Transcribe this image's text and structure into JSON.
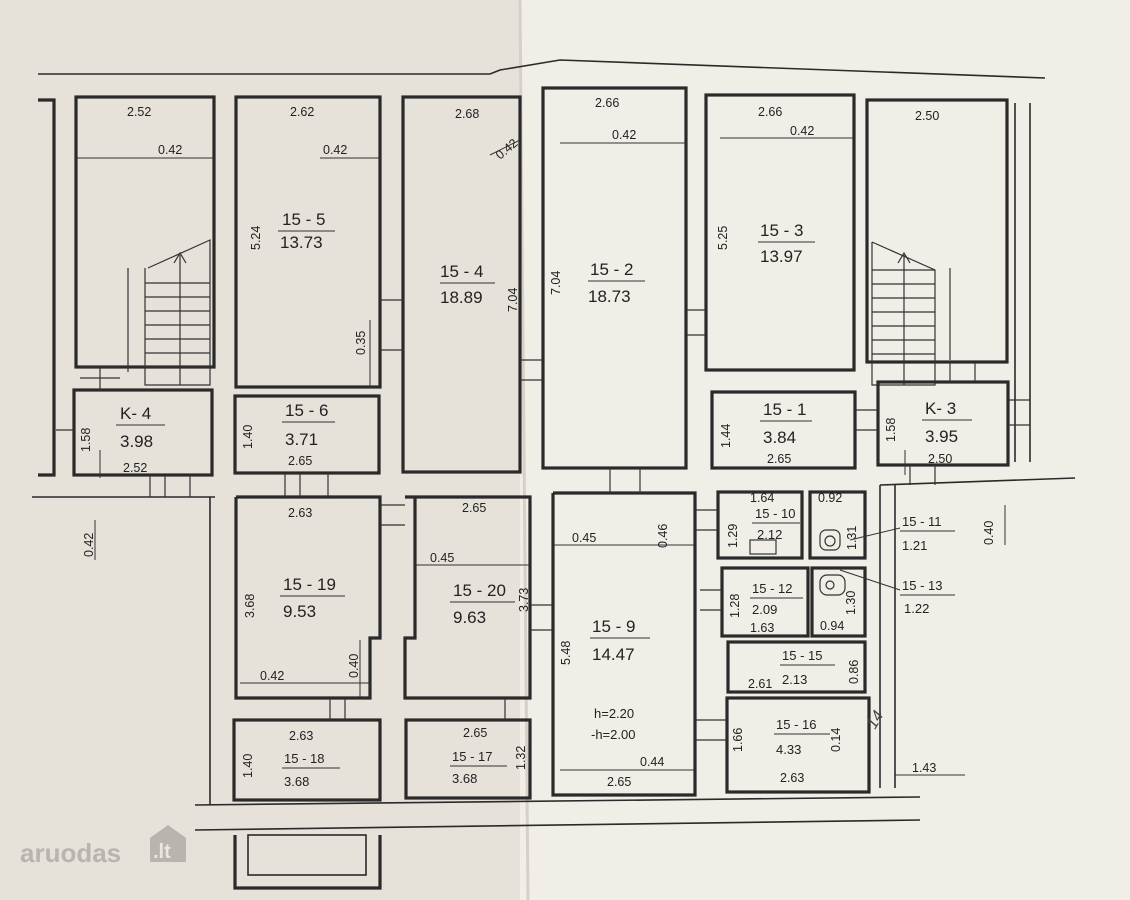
{
  "rooms": {
    "r15_5": {
      "id": "15 - 5",
      "area": "13.73"
    },
    "r15_4": {
      "id": "15 - 4",
      "area": "18.89"
    },
    "r15_2": {
      "id": "15 - 2",
      "area": "18.73"
    },
    "r15_3": {
      "id": "15 - 3",
      "area": "13.97"
    },
    "k4": {
      "id": "K- 4",
      "area": "3.98"
    },
    "r15_6": {
      "id": "15 - 6",
      "area": "3.71"
    },
    "r15_1": {
      "id": "15 - 1",
      "area": "3.84"
    },
    "k3": {
      "id": "K- 3",
      "area": "3.95"
    },
    "r15_19": {
      "id": "15 - 19",
      "area": "9.53"
    },
    "r15_20": {
      "id": "15 - 20",
      "area": "9.63"
    },
    "r15_9": {
      "id": "15 - 9",
      "area": "14.47",
      "h1": "h=2.20",
      "h2": "-h=2.00"
    },
    "r15_10": {
      "id": "15 - 10",
      "area": "2.12"
    },
    "r15_11": {
      "id": "15 - 11",
      "area": "1.21"
    },
    "r15_12": {
      "id": "15 - 12",
      "area": "2.09"
    },
    "r15_13": {
      "id": "15 - 13",
      "area": "1.22"
    },
    "r15_15": {
      "id": "15 - 15",
      "area": "2.13"
    },
    "r15_16": {
      "id": "15 - 16",
      "area": "4.33"
    },
    "r15_18": {
      "id": "15 - 18",
      "area": "3.68"
    },
    "r15_17": {
      "id": "15 - 17",
      "area": "3.68"
    }
  },
  "dims": {
    "d2_52a": "2.52",
    "d0_42a": "0.42",
    "d2_62": "2.62",
    "d0_42b": "0.42",
    "d5_24": "5.24",
    "d0_35": "0.35",
    "d2_68": "2.68",
    "d0_42c": "0.42",
    "d7_04a": "7.04",
    "d7_04b": "7.04",
    "d2_66a": "2.66",
    "d0_42d": "0.42",
    "d2_66b": "2.66",
    "d0_42e": "0.42",
    "d5_25": "5.25",
    "d2_50a": "2.50",
    "d1_58a": "1.58",
    "d2_52b": "2.52",
    "d1_40a": "1.40",
    "d2_65a": "2.65",
    "d1_44": "1.44",
    "d2_65b": "2.65",
    "d1_58b": "1.58",
    "d2_50b": "2.50",
    "d0_42f": "0.42",
    "d2_63a": "2.63",
    "d3_68": "3.68",
    "d0_42g": "0.42",
    "d0_40a": "0.40",
    "d2_65c": "2.65",
    "d0_45a": "0.45",
    "d3_73": "3.73",
    "d0_45b": "0.45",
    "d0_46": "0.46",
    "d5_48": "5.48",
    "d0_44": "0.44",
    "d2_65d": "2.65",
    "d1_64": "1.64",
    "d1_29": "1.29",
    "d0_92": "0.92",
    "d1_31": "1.31",
    "d0_40b": "0.40",
    "d1_28": "1.28",
    "d1_63": "1.63",
    "d1_30": "1.30",
    "d0_94": "0.94",
    "d2_61": "2.61",
    "d0_86": "0.86",
    "d1_66": "1.66",
    "d0_14": "0.14",
    "d2_63b": "2.63",
    "d1_43": "1.43",
    "d2_63c": "2.63",
    "d1_40b": "1.40",
    "d2_65e": "2.65",
    "d1_32": "1.32"
  },
  "annotation": "14",
  "watermark": {
    "text": "aruodas",
    "box": ".lt"
  }
}
